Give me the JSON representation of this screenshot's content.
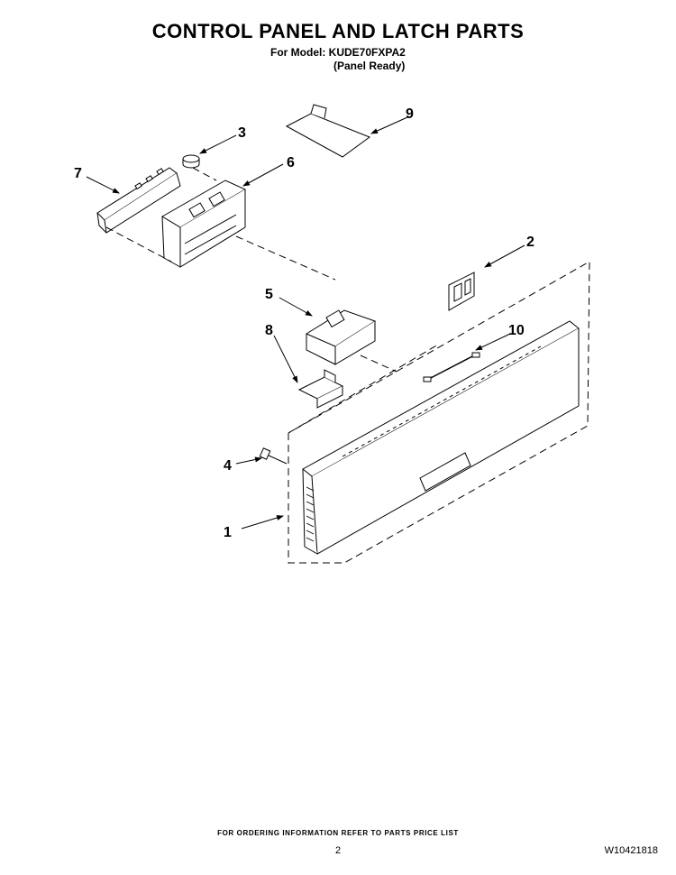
{
  "header": {
    "title": "CONTROL PANEL AND LATCH PARTS",
    "model_line": "For Model: KUDE70FXPA2",
    "variant_line": "(Panel Ready)"
  },
  "callouts": [
    "1",
    "2",
    "3",
    "4",
    "5",
    "6",
    "7",
    "8",
    "9",
    "10"
  ],
  "footer": {
    "ordering_info": "FOR ORDERING INFORMATION REFER TO PARTS PRICE LIST",
    "page_number": "2",
    "doc_number": "W10421818"
  }
}
